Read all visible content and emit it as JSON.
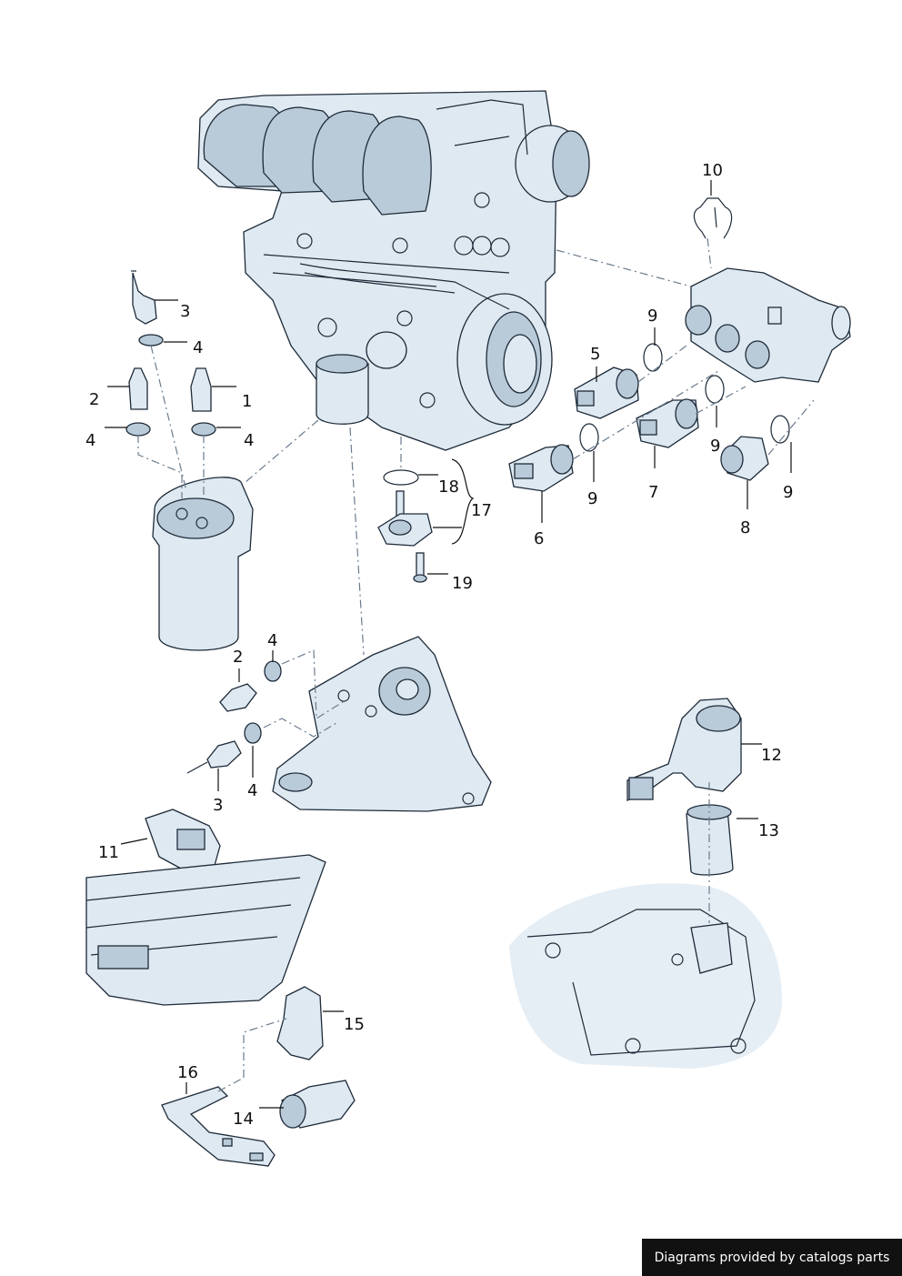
{
  "diagram": {
    "callouts": {
      "c1": "1",
      "c2a": "2",
      "c2b": "2",
      "c3a": "3",
      "c3b": "3",
      "c4a": "4",
      "c4b": "4",
      "c4c": "4",
      "c4d": "4",
      "c4e": "4",
      "c5": "5",
      "c6": "6",
      "c7": "7",
      "c8": "8",
      "c9a": "9",
      "c9b": "9",
      "c9c": "9",
      "c9d": "9",
      "c10": "10",
      "c11": "11",
      "c12": "12",
      "c13": "13",
      "c14": "14",
      "c15": "15",
      "c16": "16",
      "c17": "17",
      "c18": "18",
      "c19": "19"
    }
  },
  "footer": {
    "credit": "Diagrams provided by catalogs parts"
  },
  "colors": {
    "part_fill": "#dfe9f1",
    "part_shade": "#b9cad9",
    "outline": "#1d2a38",
    "credit_bg": "#111111"
  }
}
